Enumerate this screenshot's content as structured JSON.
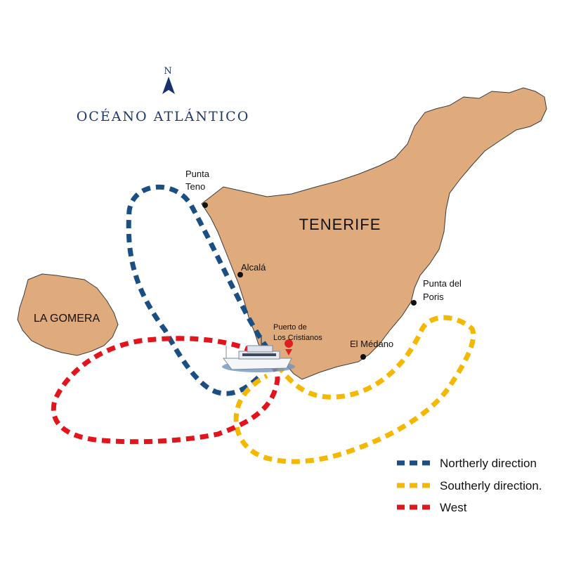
{
  "map": {
    "ocean_label": "OCÉANO ATLÁNTICO",
    "compass_label": "N",
    "islands": [
      {
        "name": "TENERIFE"
      },
      {
        "name": "LA GOMERA"
      }
    ],
    "places": {
      "punta_teno_line1": "Punta",
      "punta_teno_line2": "Teno",
      "alcala": "Alcalá",
      "puerto_line1": "Puerto de",
      "puerto_line2": "Los Cristianos",
      "el_medano": "El Médano",
      "punta_poris_line1": "Punta del",
      "punta_poris_line2": "Poris"
    },
    "routes": [
      {
        "name": "Northerly direction",
        "color": "#1b4f84"
      },
      {
        "name": "Southerly direction.",
        "color": "#f5b800"
      },
      {
        "name": "West",
        "color": "#e3141b"
      }
    ],
    "colors": {
      "land": "#e0ab7c",
      "coast": "#3a3a3a",
      "ocean_text": "#1e3a6a",
      "compass": "#1a2f6e",
      "port_label": "#2a4f8a",
      "port_marker": "#e02020"
    }
  }
}
